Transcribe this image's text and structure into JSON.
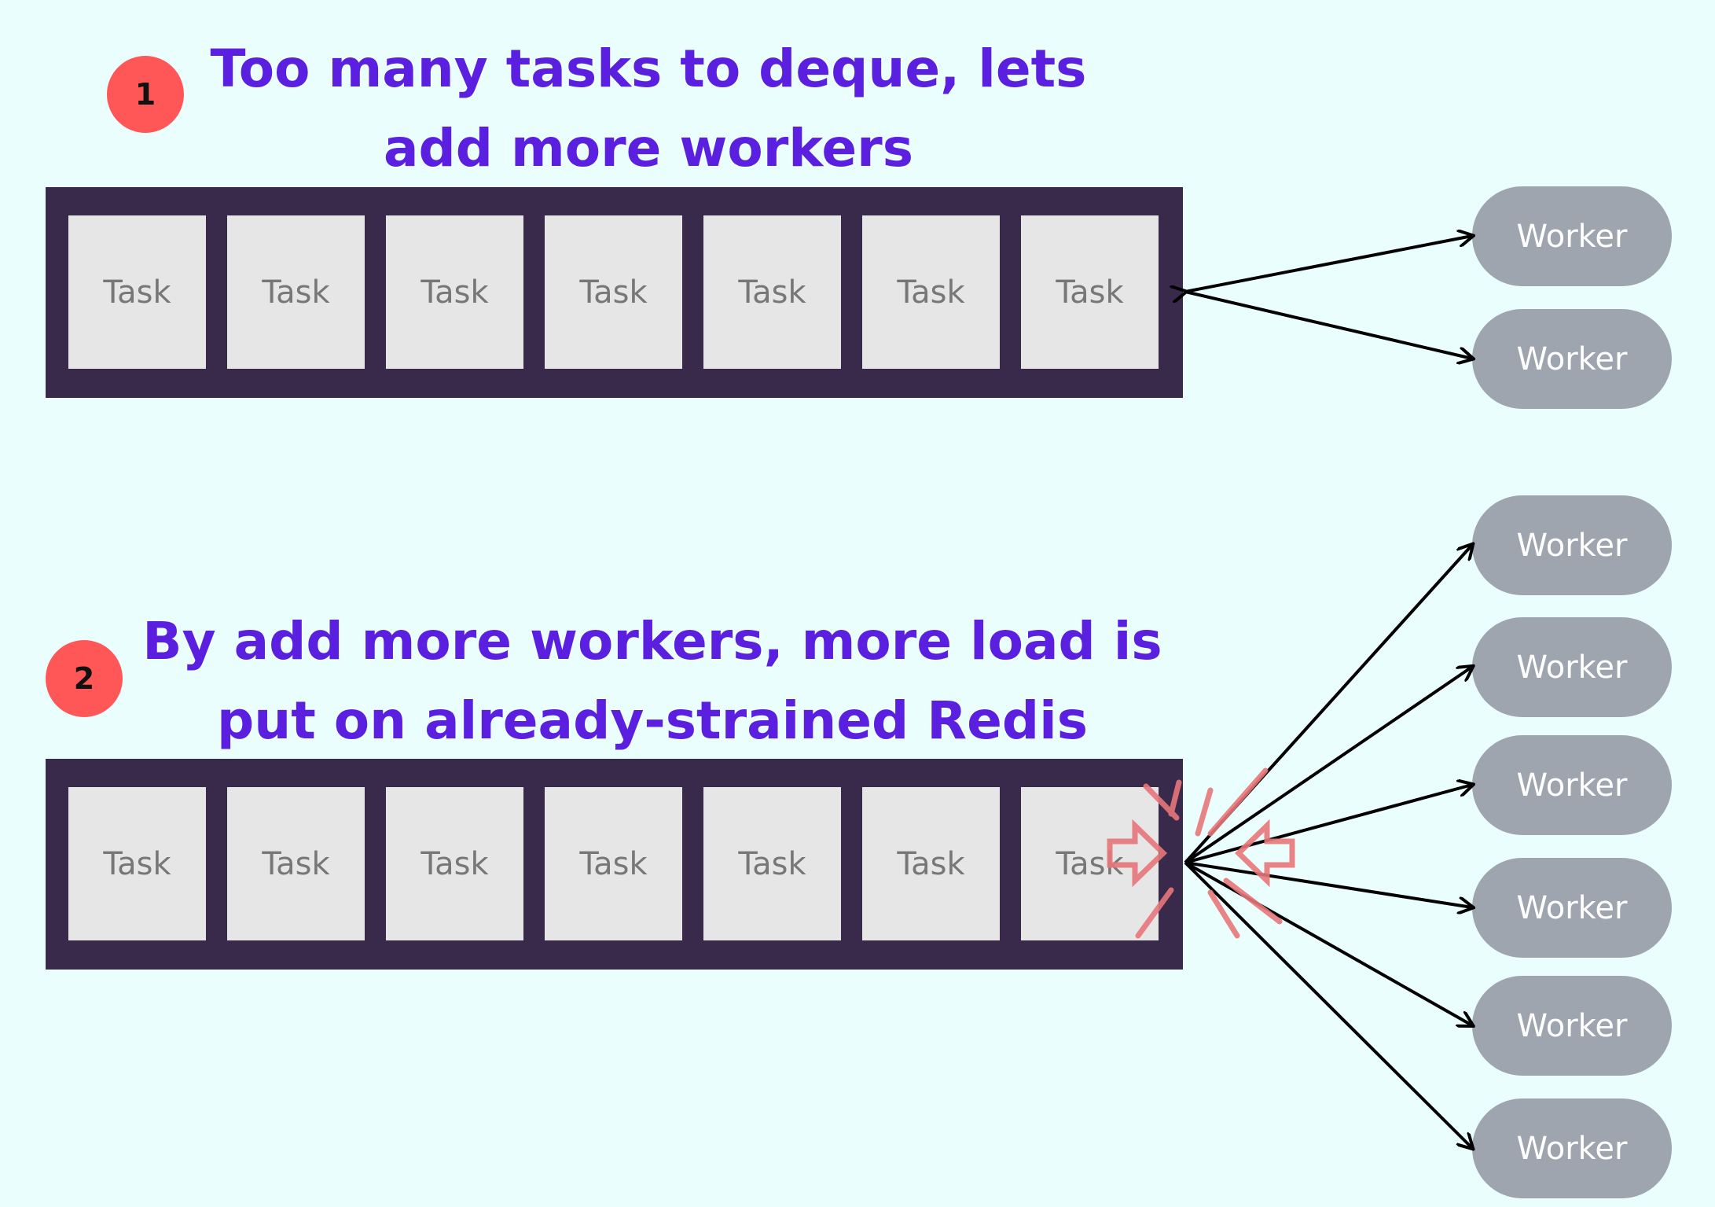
{
  "steps": [
    {
      "badge": "1",
      "title_lines": [
        "Too many tasks to deque, lets",
        "add more workers"
      ],
      "tasks": [
        "Task",
        "Task",
        "Task",
        "Task",
        "Task",
        "Task",
        "Task"
      ],
      "workers": [
        "Worker",
        "Worker"
      ]
    },
    {
      "badge": "2",
      "title_lines": [
        "By add more workers, more load is",
        "put on already-strained Redis"
      ],
      "tasks": [
        "Task",
        "Task",
        "Task",
        "Task",
        "Task",
        "Task",
        "Task"
      ],
      "workers": [
        "Worker",
        "Worker",
        "Worker",
        "Worker",
        "Worker",
        "Worker"
      ]
    }
  ],
  "colors": {
    "background": "#ebfefe",
    "title": "#5b1fe0",
    "badge": "#ff5757",
    "queue": "#39294a",
    "task": "#e6e6e6",
    "worker": "#9ea5af",
    "strain": "#e8767a"
  }
}
